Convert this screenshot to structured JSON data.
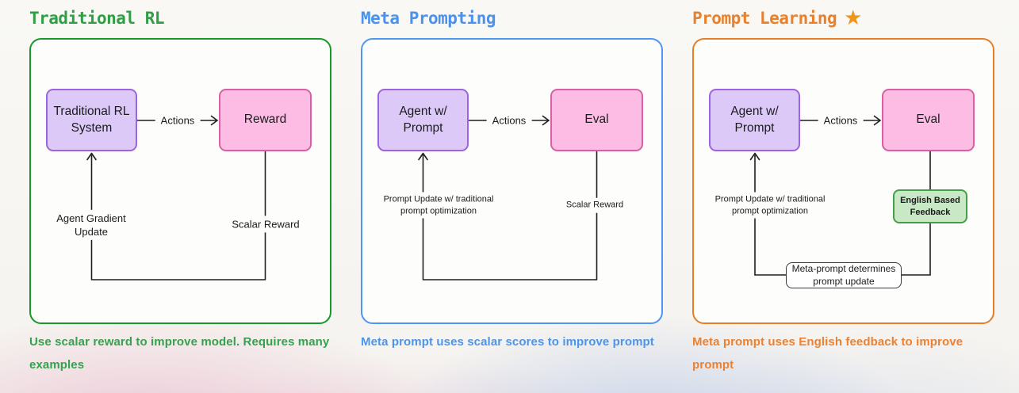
{
  "panels": [
    {
      "title": "Traditional RL",
      "accent_color": "#2f9e44",
      "border_color": "#17992a",
      "nodes": {
        "agent": "Traditional RL System",
        "target": "Reward",
        "agent_fill": "#dcc9f8",
        "agent_border": "#9e63e0",
        "target_fill": "#fcbce4",
        "target_border": "#db5fa2"
      },
      "labels": {
        "actions": "Actions",
        "left": "Agent Gradient Update",
        "right": "Scalar Reward"
      },
      "caption": "Use scalar reward to improve model. Requires many examples"
    },
    {
      "title": "Meta Prompting",
      "accent_color": "#4d94eb",
      "border_color": "#4d97f2",
      "nodes": {
        "agent": "Agent w/ Prompt",
        "target": "Eval",
        "agent_fill": "#dcc9f8",
        "agent_border": "#9e63e0",
        "target_fill": "#fcbce4",
        "target_border": "#db5fa2"
      },
      "labels": {
        "actions": "Actions",
        "left": "Prompt Update w/ traditional prompt optimization",
        "right": "Scalar Reward"
      },
      "caption": "Meta prompt uses scalar scores to improve prompt"
    },
    {
      "title": "Prompt Learning",
      "star_icon": "★",
      "star_color": "#f0941c",
      "accent_color": "#e8802c",
      "border_color": "#e87e27",
      "nodes": {
        "agent": "Agent w/ Prompt",
        "target": "Eval",
        "feedback_box": "English Based Feedback",
        "meta_box": "Meta-prompt determines prompt update",
        "agent_fill": "#dcc9f8",
        "agent_border": "#9e63e0",
        "target_fill": "#fcbce4",
        "target_border": "#db5fa2",
        "feedback_fill": "#c9e8c6",
        "feedback_border": "#43a047"
      },
      "labels": {
        "actions": "Actions",
        "left": "Prompt Update w/ traditional prompt optimization"
      },
      "caption": "Meta prompt uses English feedback to improve prompt"
    }
  ]
}
